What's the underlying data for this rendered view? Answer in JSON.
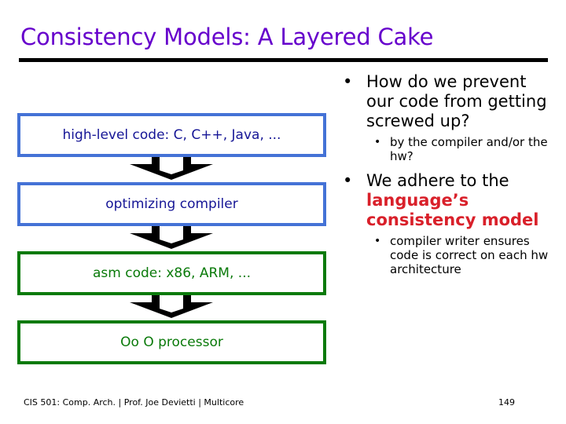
{
  "slide": {
    "title": "Consistency Models: A Layered Cake",
    "title_color": "#6600CC",
    "rule_color": "#000000"
  },
  "diagram": {
    "name": "layered-cake-stack",
    "arrow_icon": "down-arrow-icon",
    "arrow_color": "#000000",
    "boxes": [
      {
        "label": "high-level code: C, C++, Java, ...",
        "border_color": "#4472D6",
        "text_color": "#161696"
      },
      {
        "label": "optimizing compiler",
        "border_color": "#4472D6",
        "text_color": "#161696"
      },
      {
        "label": "asm code: x86, ARM, ...",
        "border_color": "#0A7A0A",
        "text_color": "#0A7A0A"
      },
      {
        "label": "Oo O processor",
        "border_color": "#0A7A0A",
        "text_color": "#0A7A0A"
      }
    ]
  },
  "bullets": {
    "marker_level1": "•",
    "marker_level2": "•",
    "accent_color": "#D9202A",
    "items": [
      {
        "level": 1,
        "text": "How do we prevent our code from getting screwed up?"
      },
      {
        "level": 2,
        "text": "by the compiler and/or the hw?"
      },
      {
        "level": 1,
        "text_plain": "We adhere to the ",
        "text_accent": "language’s consistency model"
      },
      {
        "level": 2,
        "text": "compiler writer ensures code is correct on each hw architecture"
      }
    ]
  },
  "footer": {
    "credits": "CIS 501: Comp. Arch.  |  Prof. Joe Devietti  |  Multicore",
    "page_number": "149"
  }
}
